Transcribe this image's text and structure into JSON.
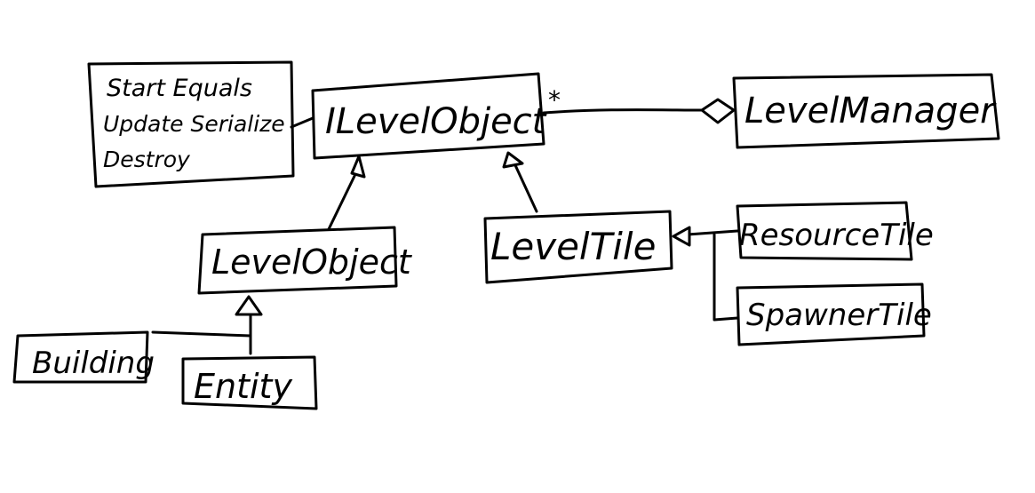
{
  "diagram": {
    "methods_note": {
      "lines": [
        "Start  Equals",
        "Update Serialize",
        "Destroy"
      ]
    },
    "classes": {
      "ilevelobject": "ILevelObject",
      "levelmanager": "LevelManager",
      "levelobject": "LevelObject",
      "leveltile": "LevelTile",
      "resourcetile": "ResourceTile",
      "spawnertile": "SpawnerTile",
      "building": "Building",
      "entity": "Entity"
    },
    "multiplicity": "*"
  }
}
